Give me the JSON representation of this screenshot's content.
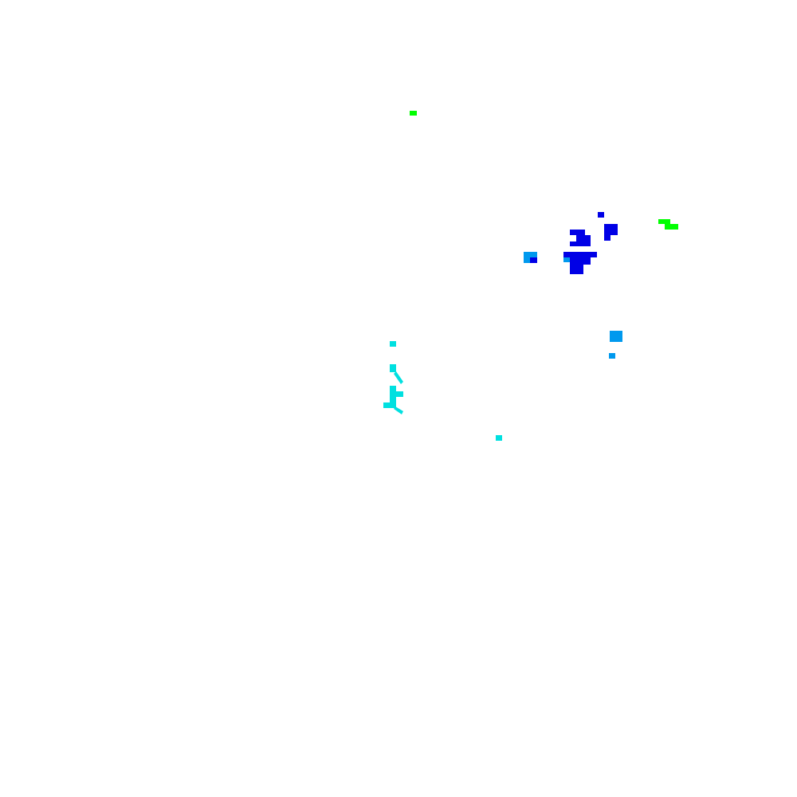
{
  "image": {
    "background": "#ffffff"
  },
  "palette": {
    "green": "#00ff00",
    "blue": "#0000e6",
    "sky": "#0099ee",
    "cyan": "#00e0e0"
  },
  "clusters": [
    {
      "name": "green-speck",
      "color": "green"
    },
    {
      "name": "green-cluster",
      "color": "green"
    },
    {
      "name": "blue-cluster",
      "color": "blue"
    },
    {
      "name": "sky-cluster-upper",
      "color": "sky"
    },
    {
      "name": "sky-cluster-lower",
      "color": "sky"
    },
    {
      "name": "cyan-cluster",
      "color": "cyan"
    },
    {
      "name": "cyan-speck",
      "color": "cyan"
    }
  ]
}
